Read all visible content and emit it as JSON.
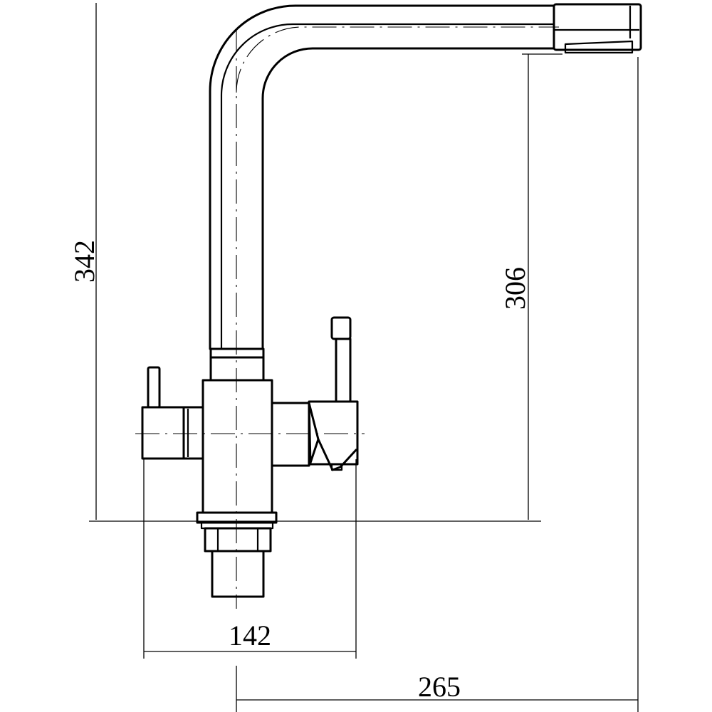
{
  "drawing": {
    "subject": "kitchen faucet",
    "dimensions": {
      "total_height": "342",
      "spout_height": "306",
      "body_width": "142",
      "spout_reach": "265"
    }
  }
}
